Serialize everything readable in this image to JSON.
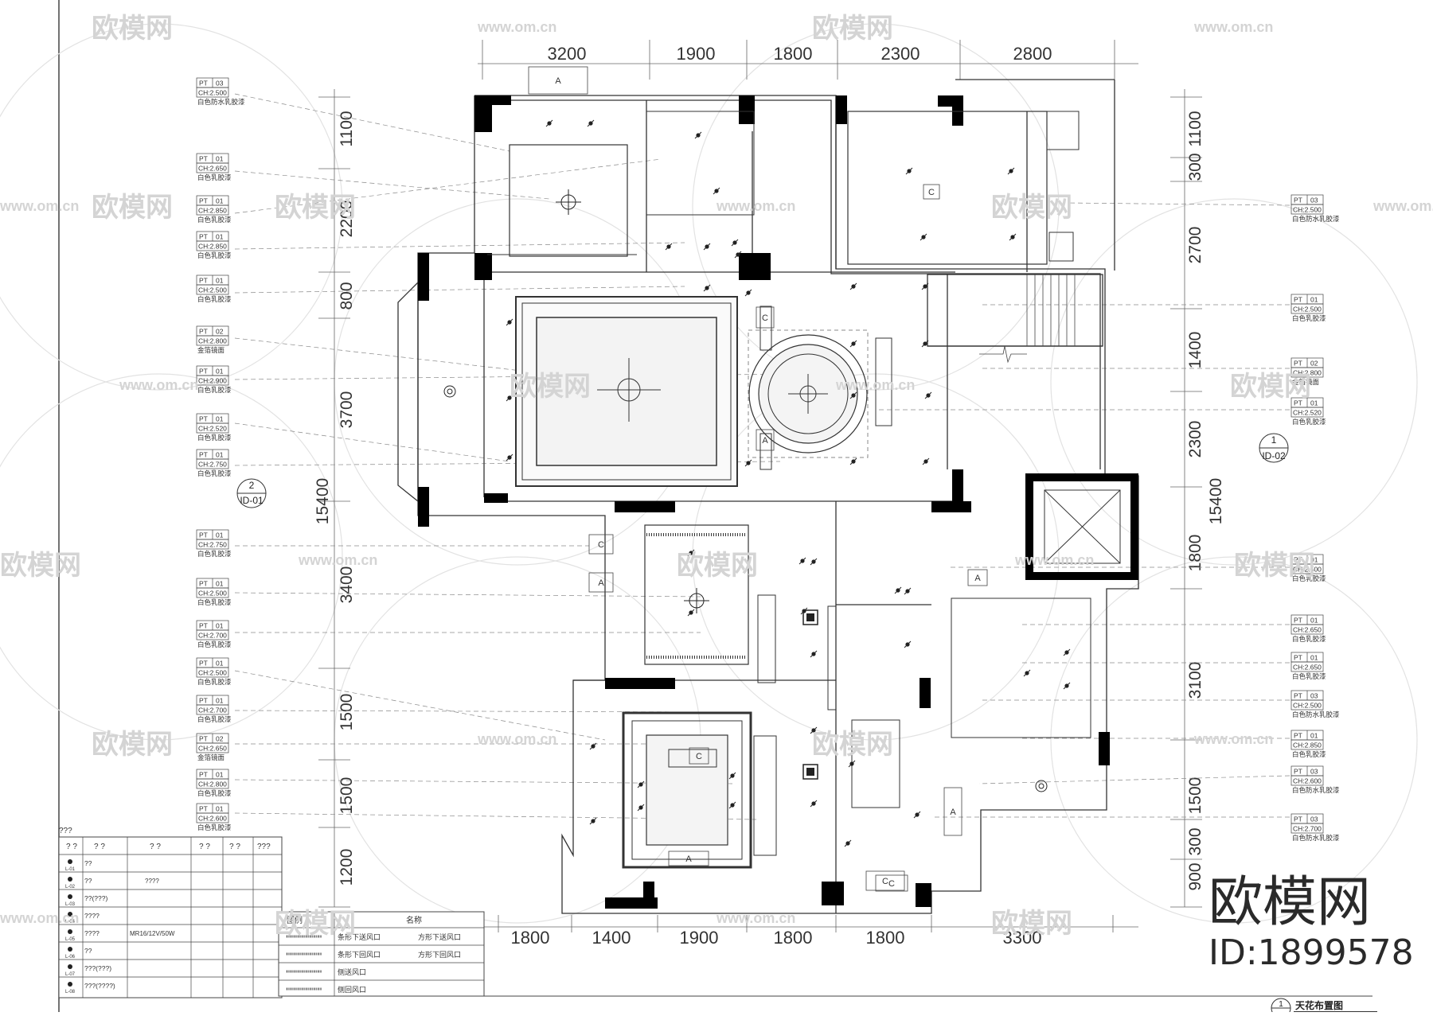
{
  "top_dimensions": [
    "3200",
    "1900",
    "1800",
    "2300",
    "2800"
  ],
  "bottom_dimensions": [
    "1800",
    "1400",
    "1900",
    "1800",
    "1800",
    "3300"
  ],
  "left_dimensions": [
    "1100",
    "2200",
    "800",
    "3700",
    "3400",
    "1500",
    "1500",
    "1200"
  ],
  "left_total": "15400",
  "right_dimensions": [
    "1100",
    "300",
    "2700",
    "1400",
    "2300",
    "1800",
    "3100",
    "1500",
    "300",
    "900"
  ],
  "right_total": "15400",
  "left_tags": [
    {
      "code": "PT",
      "num": "03",
      "ch": "CH:2.500",
      "note": "白色防水乳胶漆"
    },
    {
      "code": "PT",
      "num": "01",
      "ch": "CH:2.650",
      "note": "白色乳胶漆"
    },
    {
      "code": "PT",
      "num": "01",
      "ch": "CH:2.850",
      "note": "白色乳胶漆"
    },
    {
      "code": "PT",
      "num": "01",
      "ch": "CH:2.850",
      "note": "白色乳胶漆"
    },
    {
      "code": "PT",
      "num": "01",
      "ch": "CH:2.500",
      "note": "白色乳胶漆"
    },
    {
      "code": "PT",
      "num": "02",
      "ch": "CH:2.800",
      "note": "金箔镜面"
    },
    {
      "code": "PT",
      "num": "01",
      "ch": "CH:2.900",
      "note": "白色乳胶漆"
    },
    {
      "code": "PT",
      "num": "01",
      "ch": "CH:2.520",
      "note": "白色乳胶漆"
    },
    {
      "code": "PT",
      "num": "01",
      "ch": "CH:2.750",
      "note": "白色乳胶漆"
    },
    {
      "code": "PT",
      "num": "01",
      "ch": "CH:2.750",
      "note": "白色乳胶漆"
    },
    {
      "code": "PT",
      "num": "01",
      "ch": "CH:2.500",
      "note": "白色乳胶漆"
    },
    {
      "code": "PT",
      "num": "01",
      "ch": "CH:2.700",
      "note": "白色乳胶漆"
    },
    {
      "code": "PT",
      "num": "01",
      "ch": "CH:2.500",
      "note": "白色乳胶漆"
    },
    {
      "code": "PT",
      "num": "01",
      "ch": "CH:2.700",
      "note": "白色乳胶漆"
    },
    {
      "code": "PT",
      "num": "02",
      "ch": "CH:2.650",
      "note": "金箔镜面"
    },
    {
      "code": "PT",
      "num": "01",
      "ch": "CH:2.800",
      "note": "白色乳胶漆"
    },
    {
      "code": "PT",
      "num": "01",
      "ch": "CH:2.600",
      "note": "白色乳胶漆"
    }
  ],
  "right_tags": [
    {
      "code": "PT",
      "num": "03",
      "ch": "CH:2.500",
      "note": "白色防水乳胶漆"
    },
    {
      "code": "PT",
      "num": "01",
      "ch": "CH:2.500",
      "note": "白色乳胶漆"
    },
    {
      "code": "PT",
      "num": "02",
      "ch": "CH:2.800",
      "note": "金箔镜面"
    },
    {
      "code": "PT",
      "num": "01",
      "ch": "CH:2.520",
      "note": "白色乳胶漆"
    },
    {
      "code": "PT",
      "num": "01",
      "ch": "CH:2.500",
      "note": "白色乳胶漆"
    },
    {
      "code": "PT",
      "num": "01",
      "ch": "CH:2.650",
      "note": "白色乳胶漆"
    },
    {
      "code": "PT",
      "num": "01",
      "ch": "CH:2.650",
      "note": "白色乳胶漆"
    },
    {
      "code": "PT",
      "num": "03",
      "ch": "CH:2.500",
      "note": "白色防水乳胶漆"
    },
    {
      "code": "PT",
      "num": "01",
      "ch": "CH:2.850",
      "note": "白色乳胶漆"
    },
    {
      "code": "PT",
      "num": "03",
      "ch": "CH:2.600",
      "note": "白色防水乳胶漆"
    },
    {
      "code": "PT",
      "num": "03",
      "ch": "CH:2.700",
      "note": "白色防水乳胶漆"
    }
  ],
  "section_left": {
    "num": "2",
    "ref": "ID-01"
  },
  "section_right": {
    "num": "1",
    "ref": "ID-02"
  },
  "legend": {
    "header": "???",
    "columns": [
      "? ?",
      "? ?",
      "? ?",
      "? ?",
      "? ?",
      "???"
    ],
    "rows": [
      {
        "tag": "L-01",
        "name": "??",
        "spec": "",
        "extra": ""
      },
      {
        "tag": "L-02",
        "name": "??",
        "spec": "",
        "extra": "????"
      },
      {
        "tag": "L-03",
        "name": "??(???)",
        "spec": "",
        "extra": ""
      },
      {
        "tag": "L-04",
        "name": "????",
        "spec": "",
        "extra": ""
      },
      {
        "tag": "L-05",
        "name": "????",
        "spec": "MR16/12V/50W",
        "extra": ""
      },
      {
        "tag": "L-06",
        "name": "??",
        "spec": "",
        "extra": ""
      },
      {
        "tag": "L-07",
        "name": "???(???)",
        "spec": "",
        "extra": ""
      },
      {
        "tag": "L-08",
        "name": "???(????)",
        "spec": "",
        "extra": ""
      }
    ]
  },
  "air_legend": {
    "header_icon": "图例",
    "header_name": "名称",
    "rows": [
      {
        "name": "条形下送风口",
        "alt": "方形下送风口"
      },
      {
        "name": "条形下回风口",
        "alt": "方形下回风口"
      },
      {
        "name": "侧送风口",
        "alt": ""
      },
      {
        "name": "侧回风口",
        "alt": ""
      }
    ]
  },
  "title": {
    "num": "1",
    "text": "天花布置图"
  },
  "watermark": {
    "brand": "欧模网",
    "url": "www.om.cn",
    "id": "ID:1899578"
  },
  "room_letters": [
    "A",
    "C",
    "A",
    "C",
    "A",
    "C",
    "A",
    "C",
    "A",
    "C",
    "A",
    "C"
  ]
}
